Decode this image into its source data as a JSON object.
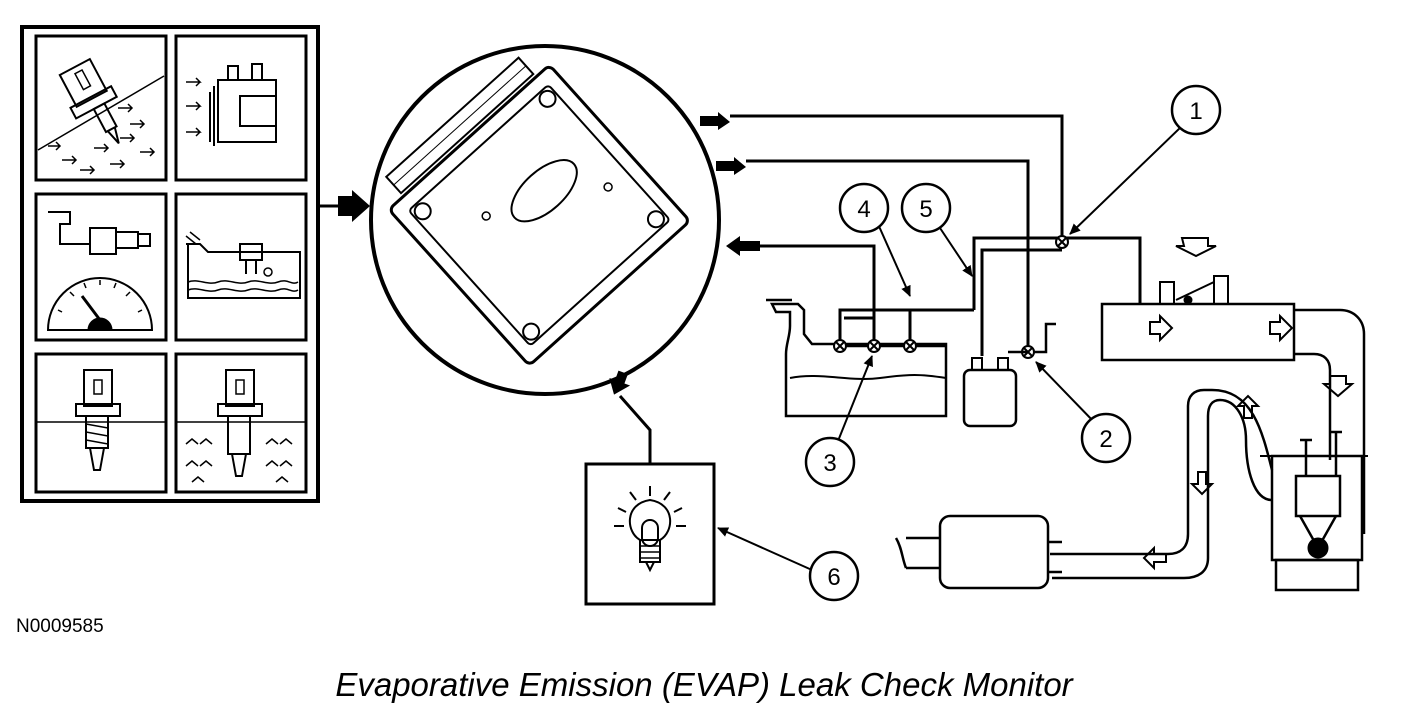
{
  "figure": {
    "reference_id": "N0009585",
    "caption": "Evaporative Emission (EVAP) Leak Check Monitor"
  },
  "callouts": [
    "1",
    "2",
    "3",
    "4",
    "5",
    "6"
  ],
  "components": [
    "sensor-panel",
    "powertrain-control-module",
    "fuel-tank",
    "evap-canister",
    "intake-manifold",
    "engine",
    "muffler",
    "malfunction-indicator-lamp"
  ]
}
